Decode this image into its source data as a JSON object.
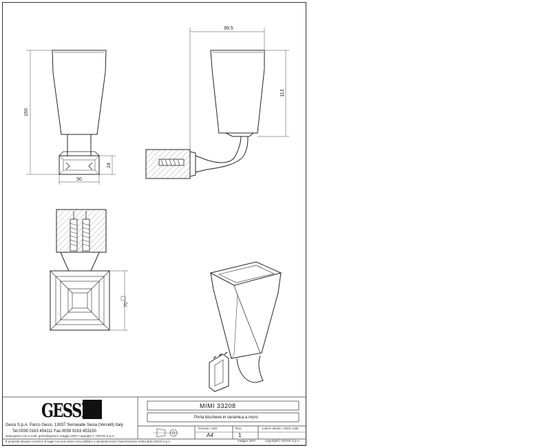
{
  "dimensions": {
    "front_height": "160",
    "front_base_height": "24",
    "front_width": "50",
    "side_projection": "99.5",
    "side_cup_height": "113",
    "top_size": "70"
  },
  "title_block": {
    "brand": "GESSI",
    "company_line": "Gessi S.p.A. Parco Gessi, 13037 Serravalle Sesia (Vercelli) Italy",
    "phone_line": "Tel.0039 0163 454111 Fax.0039 0163 453150",
    "web_line": "www.gessi.com  e.mail: gessi@gessi.it     maggio 2007   copyright © GESSI S.p.A.",
    "product_name": "MIMI 33208",
    "description": "Porta bicchiere in ceramica a muro",
    "format_label": "formato / size",
    "format_value": "A4",
    "rev_label": "Rev.",
    "rev_value": "1",
    "client_code_label": "codice cliente / client code",
    "footer_date": "maggio 2007",
    "footer_copyright": "copyright© GESSI S.p.A.",
    "disclaimer": "È proprietà disegno a termine di legge non può essere reso pubblico o riprodotto senza l'autorizzazione scritta della GESSI S.p.A."
  }
}
